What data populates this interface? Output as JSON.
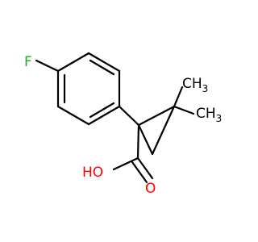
{
  "molecule": {
    "atoms": {
      "fluorine": {
        "text": "F",
        "color": "#20b020"
      },
      "hydroxyl": {
        "text": "HO",
        "color": "#ff0000"
      },
      "carbonyl_oxygen": {
        "text": "O",
        "color": "#ff0000"
      },
      "methyl_upper": {
        "text": "CH",
        "subscript": "3",
        "color": "#000000"
      },
      "methyl_lower": {
        "text": "CH",
        "subscript": "3",
        "color": "#000000"
      }
    },
    "bond_color": "#000000"
  }
}
